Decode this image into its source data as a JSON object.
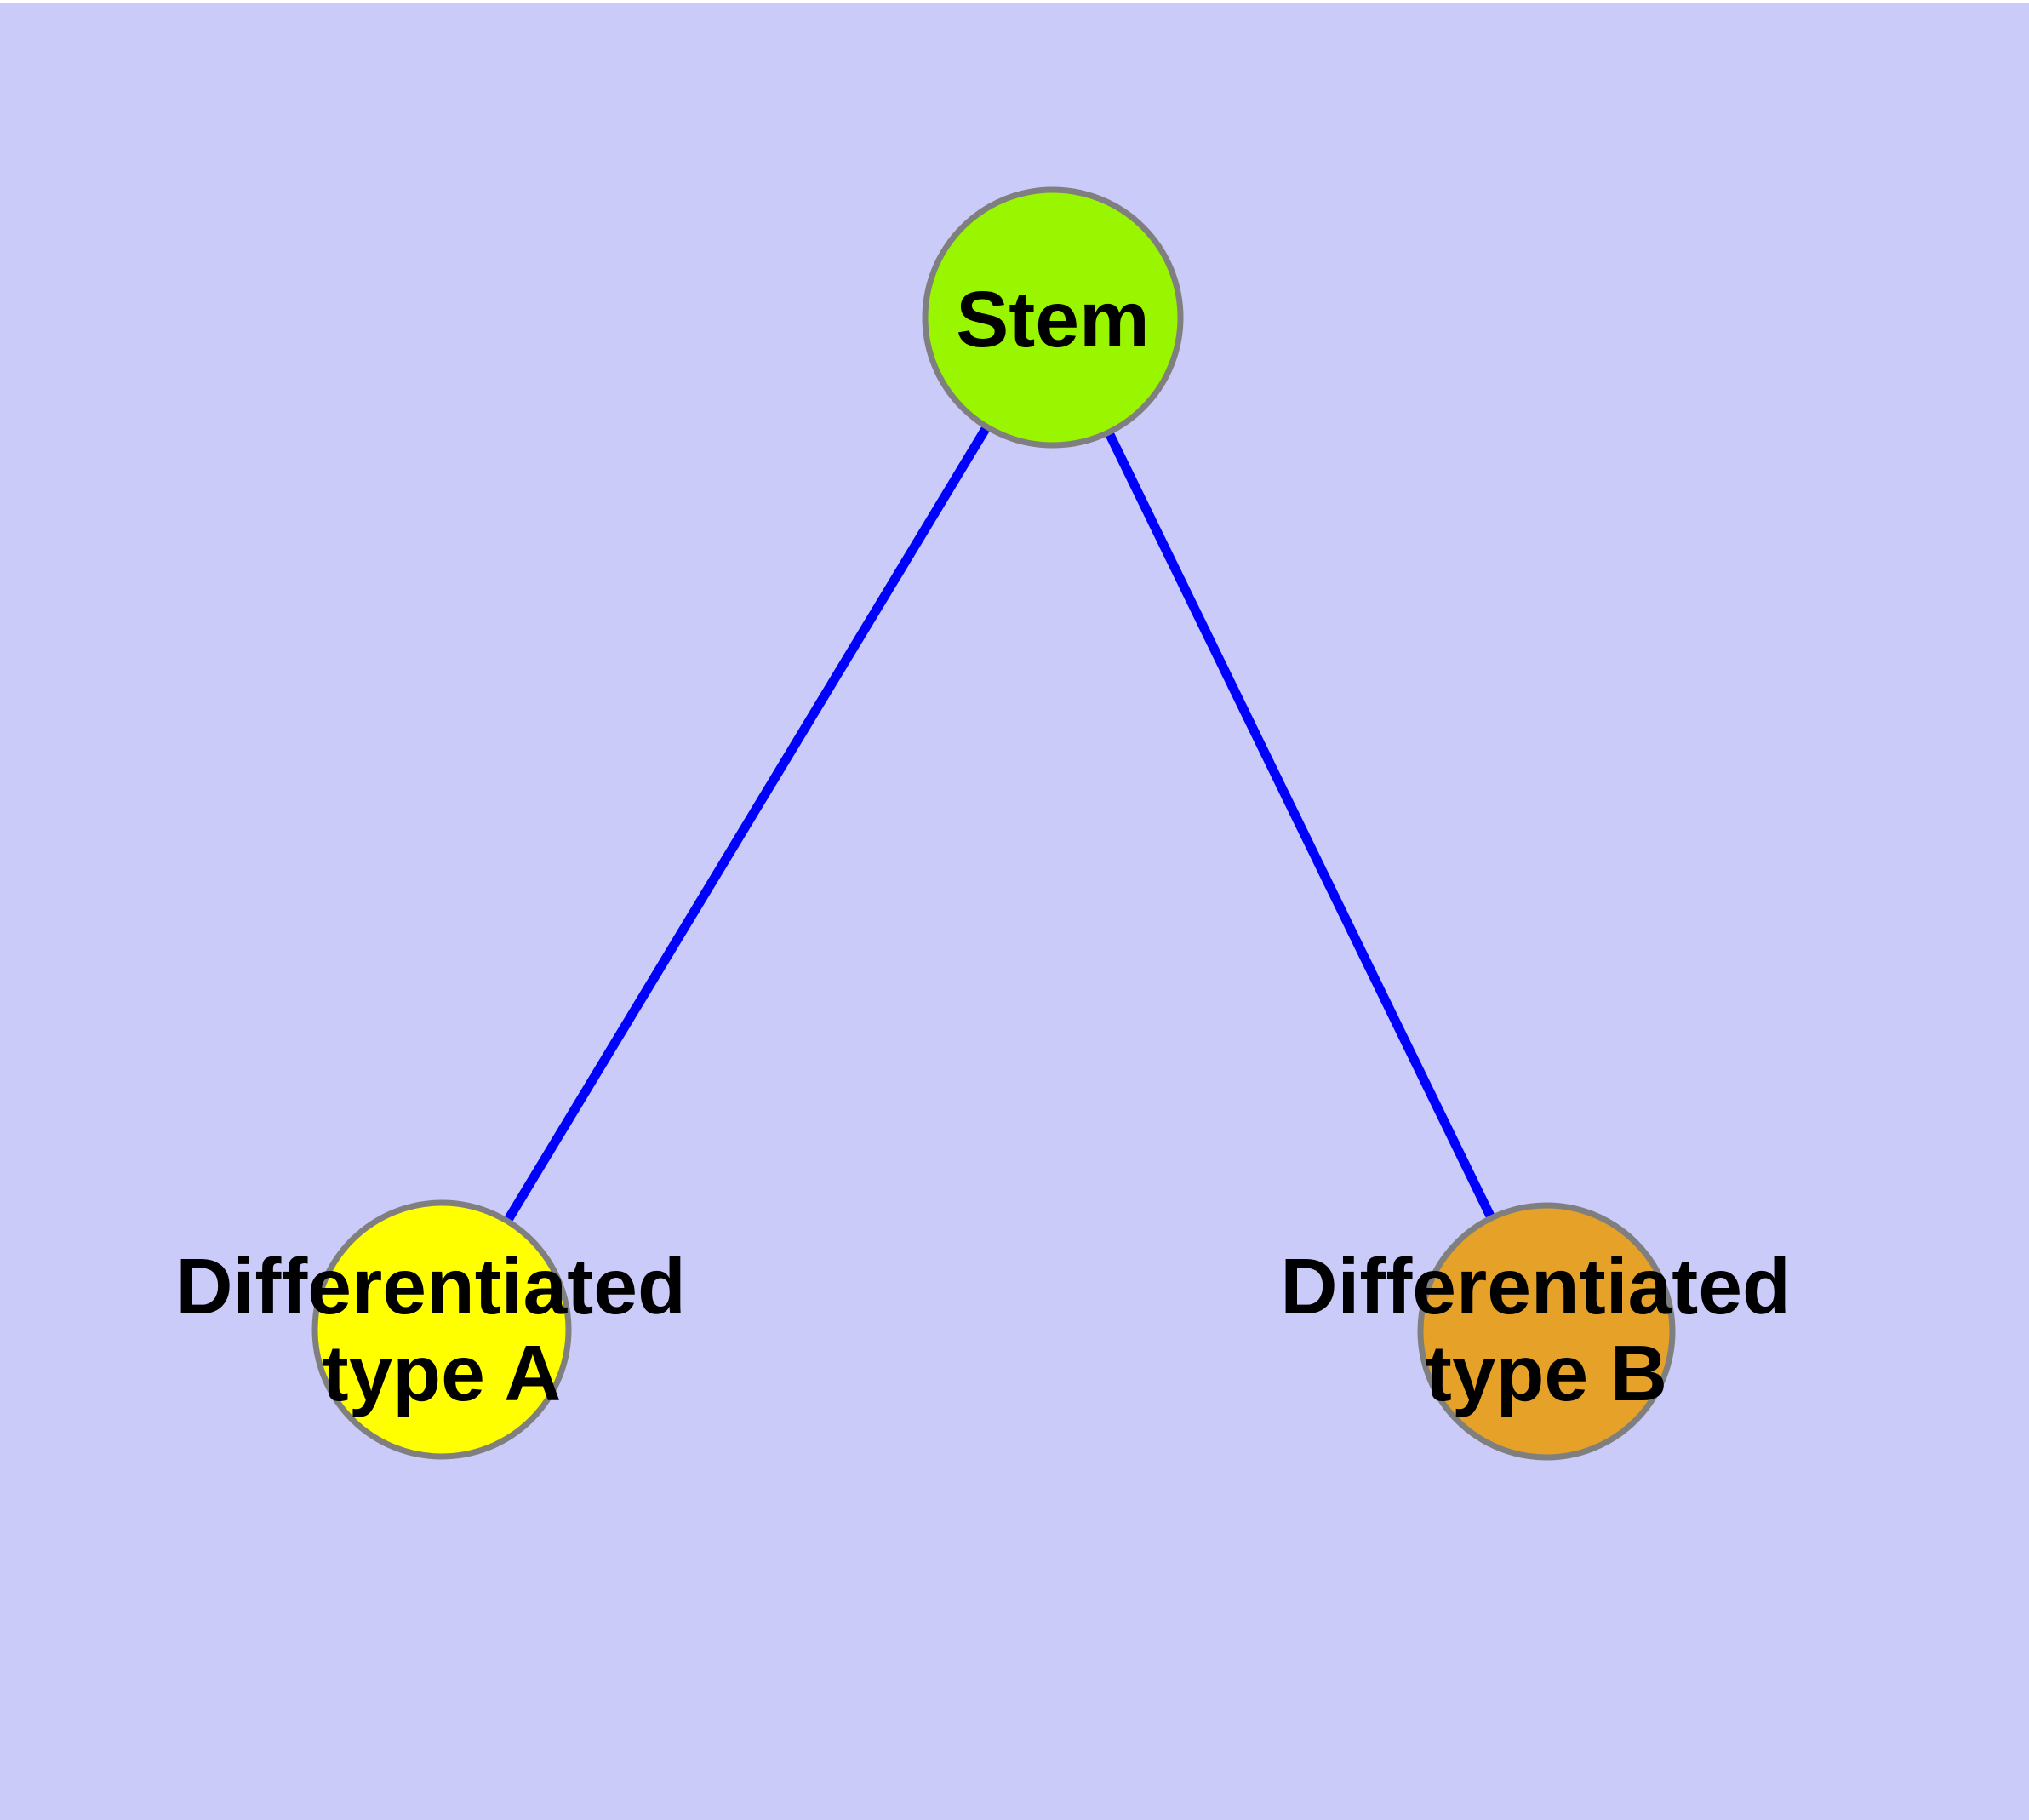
{
  "diagram": {
    "type": "node-link-graph",
    "background_color": "#cbcbf9",
    "top_margin_color": "#ffffff",
    "edge_color": "#0000ff",
    "node_border_color": "#7f7f7f",
    "text_color": "#000000",
    "nodes": [
      {
        "id": "stem",
        "label": "Stem",
        "label_lines": [
          "Stem"
        ],
        "color": "#9af500"
      },
      {
        "id": "differentiated-type-a",
        "label": "Differentiated type A",
        "label_lines": [
          "Differentiated",
          "type A"
        ],
        "color": "#ffff00"
      },
      {
        "id": "differentiated-type-b",
        "label": "Differentiated type B",
        "label_lines": [
          "Differentiated",
          "type B"
        ],
        "color": "#e6a228"
      }
    ],
    "edges": [
      {
        "from": "Stem",
        "to": "Differentiated type A"
      },
      {
        "from": "Stem",
        "to": "Differentiated type B"
      }
    ]
  }
}
